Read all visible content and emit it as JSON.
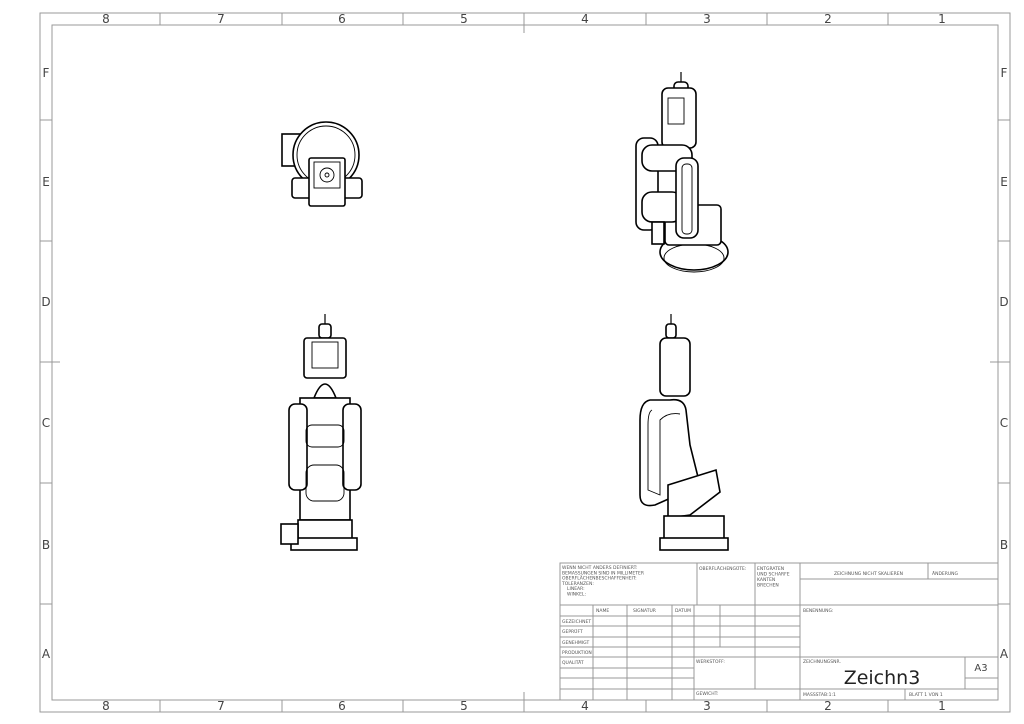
{
  "sheet": {
    "columns": [
      "8",
      "7",
      "6",
      "5",
      "4",
      "3",
      "2",
      "1"
    ],
    "rows": [
      "F",
      "E",
      "D",
      "C",
      "B",
      "A"
    ]
  },
  "title_block": {
    "general_notes": [
      "WENN NICHT ANDERS DEFINIERT:",
      "BEMASSUNGEN SIND IN MILLIMETER",
      "OBERFLÄCHENBESCHAFFENHEIT:",
      "TOLERANZEN:",
      "LINEAR:",
      "WINKEL:"
    ],
    "surface_finish": "OBERFLÄCHENGÜTE:",
    "deburr_note": [
      "ENTGRATEN",
      "UND SCHARFE",
      "KANTEN",
      "BRECHEN"
    ],
    "do_not_scale": "ZEICHNUNG NICHT SKALIEREN",
    "revision": "ÄNDERUNG",
    "headers": {
      "name": "NAME",
      "signature": "SIGNATUR",
      "date": "DATUM"
    },
    "roles": [
      "GEZEICHNET",
      "GEPRÜFT",
      "GENEHMIGT",
      "PRODUKTION",
      "QUALITÄT"
    ],
    "material": "WERKSTOFF:",
    "weight": "GEWICHT:",
    "title_label": "BENENNUNG:",
    "drawing_no_label": "ZEICHNUNGSNR.",
    "drawing_no": "Zeichn3",
    "size": "A3",
    "scale": "MASSSTAB:1:1",
    "sheet": "BLATT 1 VON 1"
  },
  "views": [
    "top-view",
    "isometric-view",
    "front-view",
    "side-view"
  ]
}
